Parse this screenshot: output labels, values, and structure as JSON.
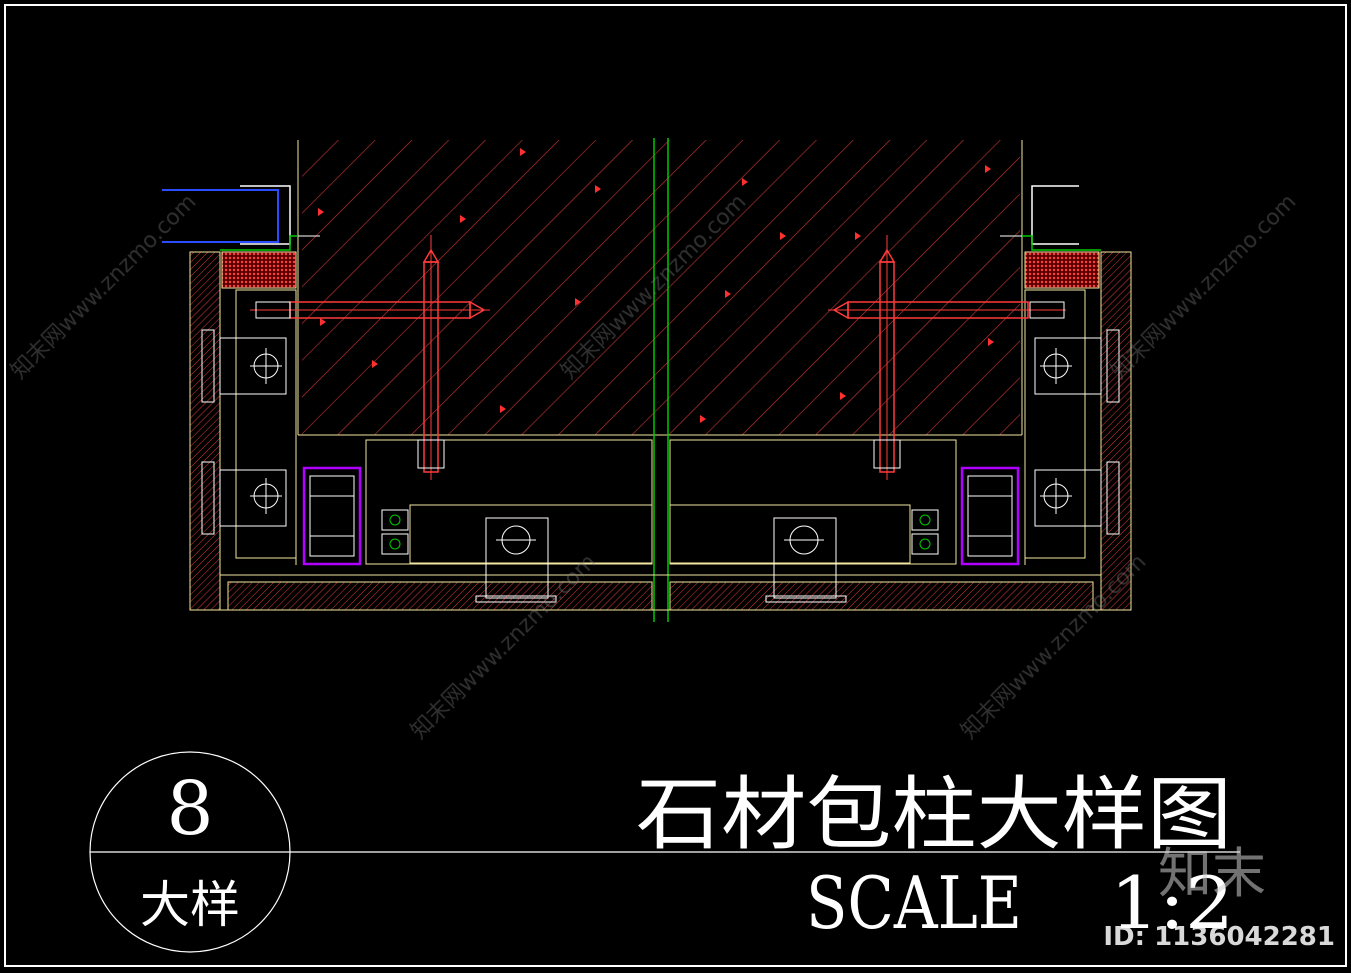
{
  "detail_marker": {
    "number": "8",
    "label": "大样"
  },
  "title_block": {
    "title": "石材包柱大样图",
    "scale_label": "SCALE",
    "scale_value": "1:2"
  },
  "watermark": {
    "brand": "知末",
    "site_text": "知末网www.znzmo.com",
    "id_text": "ID: 1136042281"
  },
  "colors": {
    "background": "#000000",
    "frame": "#ffffff",
    "outline": "#f2e6a0",
    "hatch": "#d83a3a",
    "anchor": "#ff3a3a",
    "axis": "#00c800",
    "bracket": "#ffffff",
    "steel": "#b000ff",
    "blue": "#2a4cff"
  }
}
